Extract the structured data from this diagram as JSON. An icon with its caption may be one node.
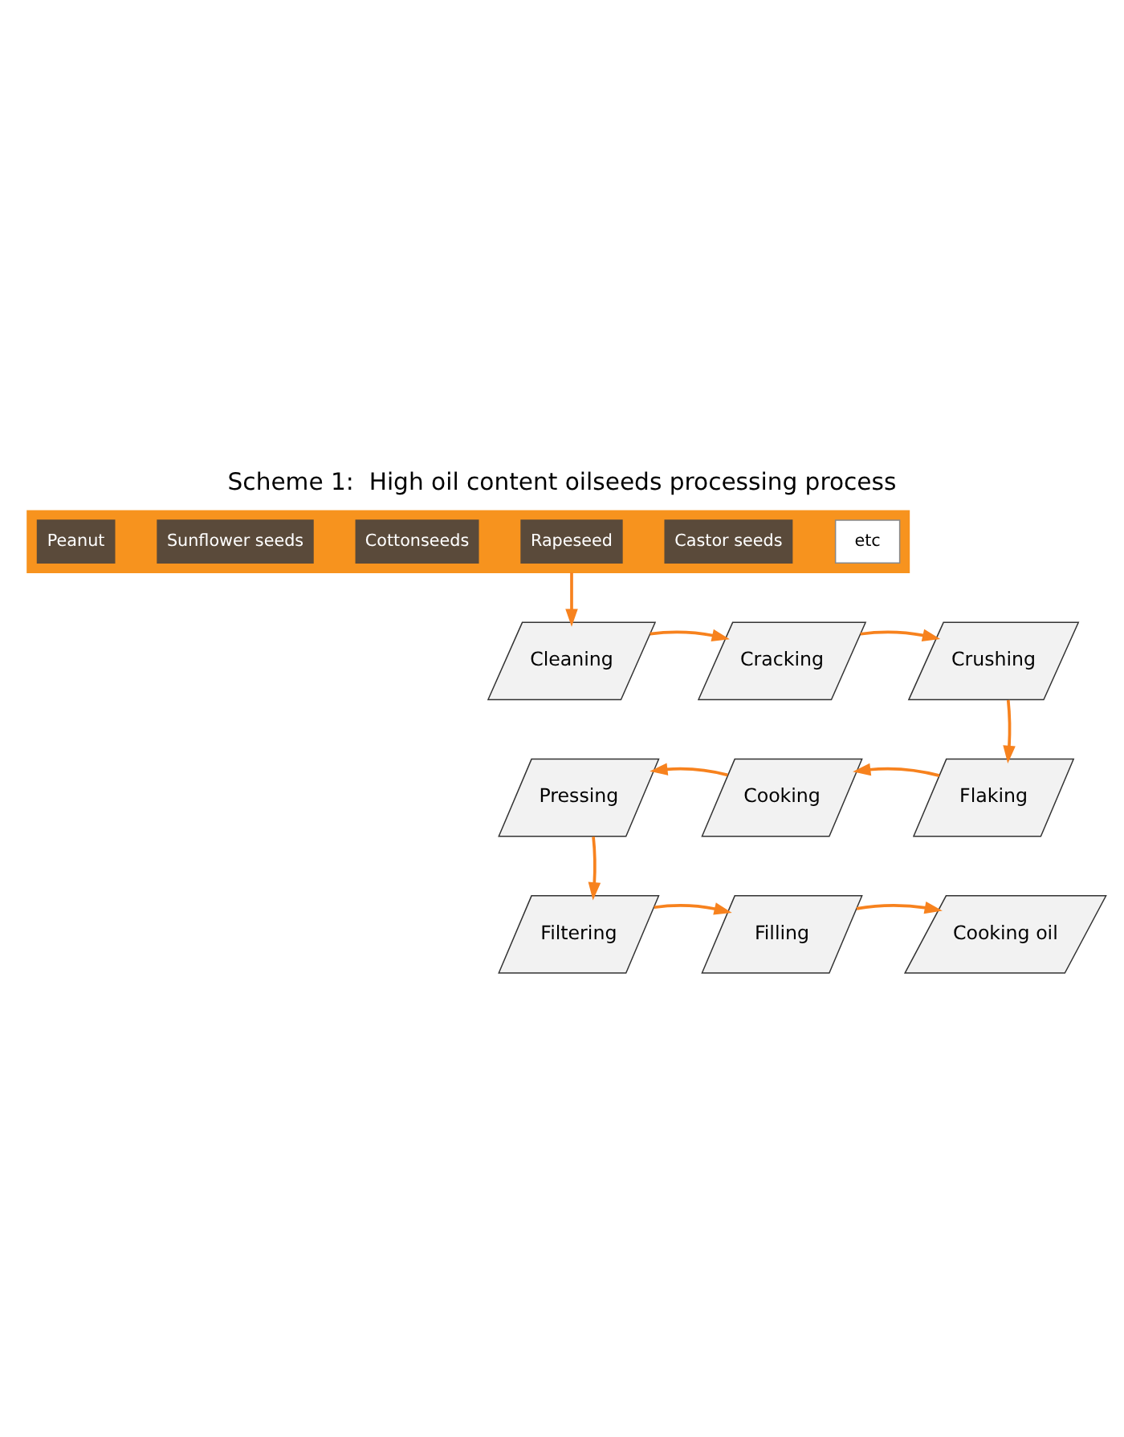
{
  "diagram": {
    "title": "Scheme 1:  High oil content oilseeds processing process",
    "nodes": [
      {
        "text": [],
        "shape": "bar"
      },
      {
        "text": [
          "Peanut"
        ],
        "in": 0
      },
      {
        "text": [
          "Sunflower seeds"
        ],
        "in": 0
      },
      {
        "text": [
          "Cottonseeds"
        ],
        "in": 0
      },
      {
        "text": [
          "Rapeseed"
        ],
        "in": 0
      },
      {
        "text": [
          "Castor seeds"
        ],
        "in": 0
      },
      {
        "text": [
          "etc"
        ],
        "in": 0
      },
      {
        "text": [
          "Cleaning"
        ]
      },
      {
        "text": [
          "Cracking"
        ]
      },
      {
        "text": [
          "Crushing"
        ]
      },
      {
        "text": [
          "Flaking"
        ]
      },
      {
        "text": [
          "Cooking"
        ]
      },
      {
        "text": [
          "Pressing"
        ]
      },
      {
        "text": [
          "Filtering"
        ]
      },
      {
        "text": [
          "Filling"
        ]
      },
      {
        "text": [
          "Cooking oil"
        ]
      }
    ],
    "edges": [
      {
        "from": 0,
        "to": 7,
        "arrow": "to"
      },
      {
        "from": 7,
        "to": 8,
        "arrow": "to"
      },
      {
        "from": 8,
        "to": 9,
        "arrow": "to"
      },
      {
        "from": 9,
        "to": 10,
        "arrow": "to"
      },
      {
        "from": 10,
        "to": 11,
        "arrow": "to"
      },
      {
        "from": 11,
        "to": 12,
        "arrow": "to"
      },
      {
        "from": 12,
        "to": 13,
        "arrow": "to"
      },
      {
        "from": 13,
        "to": 14,
        "arrow": "to"
      },
      {
        "from": 14,
        "to": 15,
        "arrow": "to"
      }
    ]
  }
}
